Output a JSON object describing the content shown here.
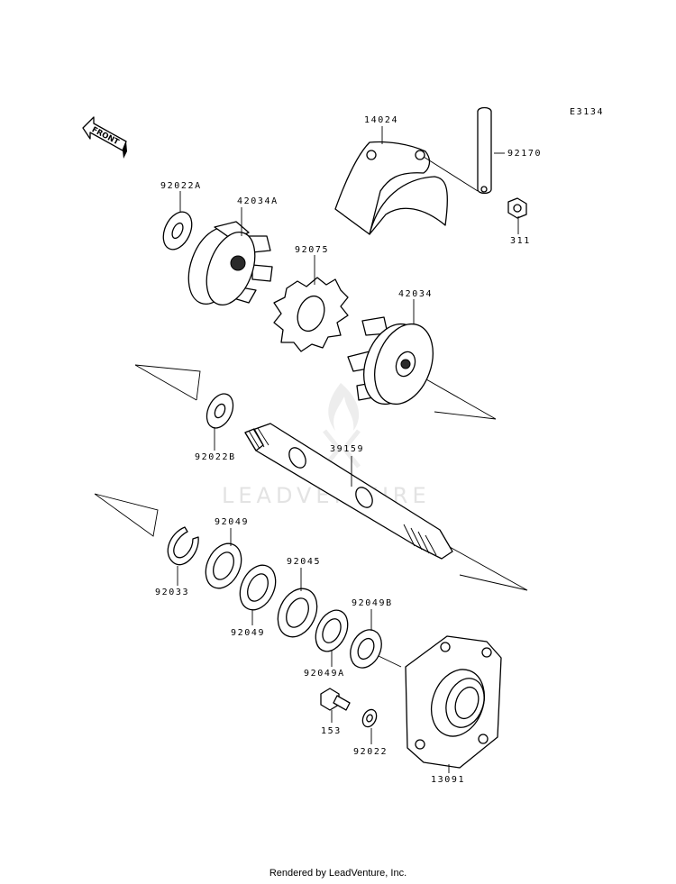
{
  "diagram_code": "E3134",
  "front_label": "FRONT",
  "watermark": "LEADVENTURE",
  "footer": "Rendered by LeadVenture, Inc.",
  "part_numbers": {
    "p14024": "14024",
    "p92170": "92170",
    "p311": "311",
    "p92022A": "92022A",
    "p42034A": "42034A",
    "p92075": "92075",
    "p42034": "42034",
    "p92022B": "92022B",
    "p39159": "39159",
    "p92049_top": "92049",
    "p92033": "92033",
    "p92049_bottom": "92049",
    "p92045": "92045",
    "p92049B": "92049B",
    "p92049A": "92049A",
    "p153": "153",
    "p92022": "92022",
    "p13091": "13091"
  }
}
